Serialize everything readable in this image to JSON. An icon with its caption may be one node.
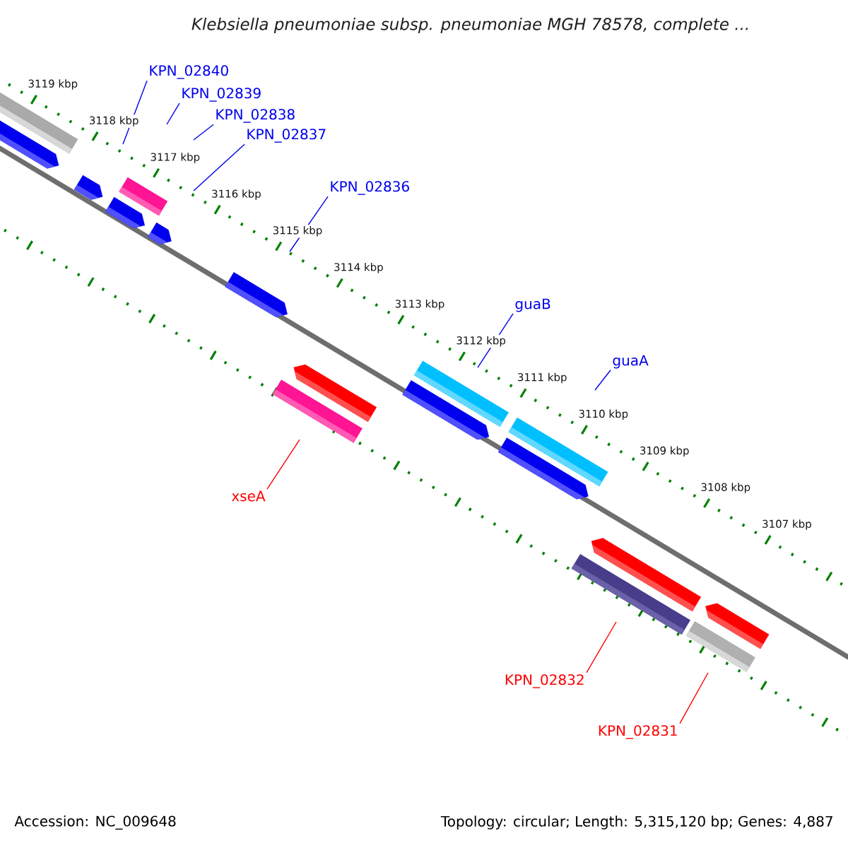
{
  "diagram": {
    "title": "Klebsiella pneumoniae subsp. pneumoniae MGH 78578, complete ...",
    "nodes": [
      {
        "text": [
          "KPN_02840"
        ]
      },
      {
        "text": [
          "KPN_02839"
        ]
      },
      {
        "text": [
          "KPN_02838"
        ]
      },
      {
        "text": [
          "KPN_02837"
        ]
      },
      {
        "text": [
          "KPN_02836"
        ]
      },
      {
        "text": [
          "guaB"
        ]
      },
      {
        "text": [
          "guaA"
        ]
      },
      {
        "text": [
          "xseA"
        ]
      },
      {
        "text": [
          "KPN_02832"
        ]
      },
      {
        "text": [
          "KPN_02831"
        ]
      }
    ],
    "edges": [
      {
        "from": 0,
        "to": null,
        "arrow": "none"
      },
      {
        "from": 1,
        "to": null,
        "arrow": "none"
      },
      {
        "from": 2,
        "to": null,
        "arrow": "none"
      },
      {
        "from": 3,
        "to": null,
        "arrow": "none"
      },
      {
        "from": 4,
        "to": null,
        "arrow": "none"
      },
      {
        "from": 5,
        "to": null,
        "arrow": "none"
      },
      {
        "from": 6,
        "to": null,
        "arrow": "none"
      },
      {
        "from": 7,
        "to": null,
        "arrow": "none",
        "color": "#ff0000"
      },
      {
        "from": 8,
        "to": null,
        "arrow": "none",
        "color": "#ff0000"
      },
      {
        "from": 9,
        "to": null,
        "arrow": "none",
        "color": "#ff0000"
      }
    ],
    "labels": [
      "3119 kbp",
      "3118 kbp",
      "3117 kbp",
      "3116 kbp",
      "3115 kbp",
      "3114 kbp",
      "3113 kbp",
      "3112 kbp",
      "3111 kbp",
      "3110 kbp",
      "3109 kbp",
      "3108 kbp",
      "3107 kbp",
      "Accession: NC_009648",
      "Topology: circular; Length: 5,315,120 bp; Genes: 4,887"
    ]
  }
}
